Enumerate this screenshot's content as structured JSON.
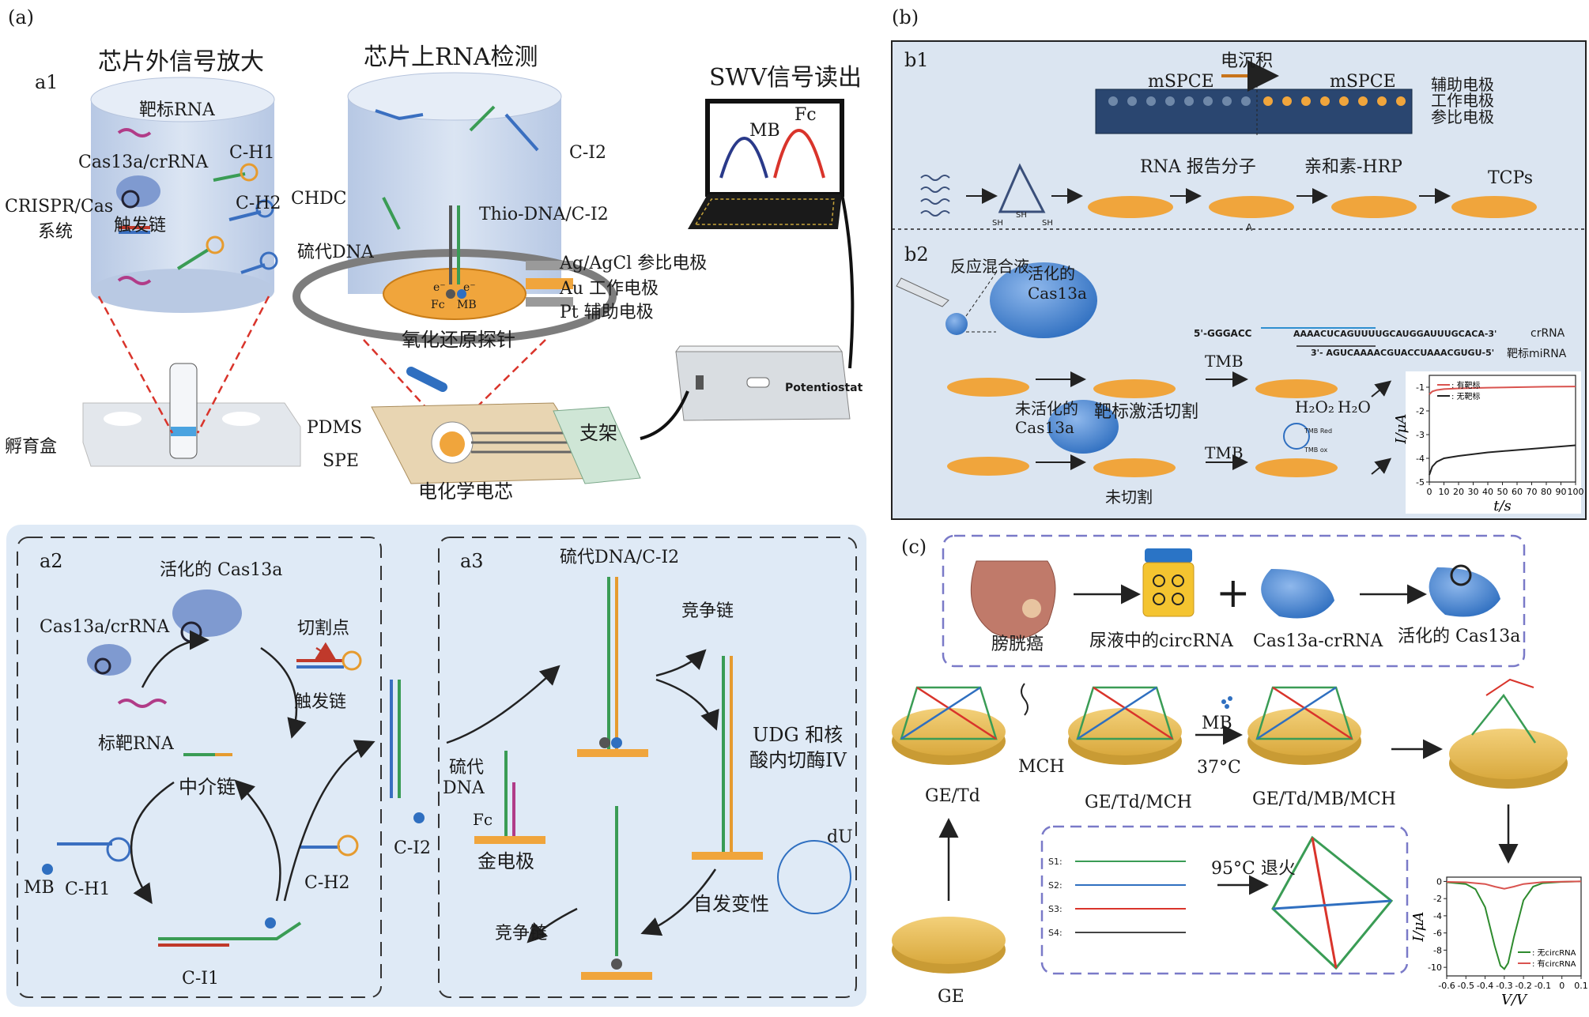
{
  "panel_a": {
    "label": "(a)",
    "a1": {
      "label": "a1",
      "title_off_chip": "芯片外信号放大",
      "title_on_chip": "芯片上RNA检测",
      "title_swv": "SWV信号读出",
      "target_rna": "靶标RNA",
      "cas13a_crrna": "Cas13a/crRNA",
      "crispr_1": "CRISPR/Cas",
      "crispr_2": "系统",
      "trigger": "触发链",
      "ch1": "C-H1",
      "ch2": "C-H2",
      "chdc": "CHDC",
      "ci2": "C-I2",
      "thio_dna_ci2": "Thio-DNA/C-I2",
      "thio_dna": "硫代DNA",
      "ag_agcl": "Ag/AgCl 参比电极",
      "au": "Au 工作电极",
      "pt": "Pt 辅助电极",
      "e1": "e⁻",
      "e2": "e⁻",
      "fc": "Fc",
      "mb": "MB",
      "redox_probe": "氧化还原探针",
      "incubator": "孵育盒",
      "pdms": "PDMS",
      "spe": "SPE",
      "holder": "支架",
      "echip": "电化学电芯",
      "potentiostat": "Potentiostat",
      "laptop_mb": "MB",
      "laptop_fc": "Fc"
    },
    "a2": {
      "label": "a2",
      "activated": "活化的 Cas13a",
      "cas13a_crrna": "Cas13a/crRNA",
      "cut_site": "切割点",
      "trigger": "触发链",
      "target_rna": "标靶RNA",
      "mediator": "中介链",
      "mb": "MB",
      "ch1": "C-H1",
      "ch2": "C-H2",
      "ci1": "C-I1"
    },
    "a3": {
      "label": "a3",
      "thio_ci2": "硫代DNA/C-I2",
      "competitor_top": "竞争链",
      "udg": "UDG 和核",
      "endo": "酸内切酶IV",
      "du": "dU",
      "thio_dna_1": "硫代",
      "thio_dna_2": "DNA",
      "fc": "Fc",
      "gold": "金电极",
      "ci2": "C-I2",
      "spontaneous": "自发变性",
      "competitor_bottom": "竞争链"
    }
  },
  "panel_b": {
    "label": "(b)",
    "b1": {
      "label": "b1",
      "electrodep": "电沉积",
      "mspce_left": "mSPCE",
      "mspce_right": "mSPCE",
      "aux": "辅助电极",
      "work": "工作电极",
      "ref": "参比电极",
      "reporter": "RNA 报告分子",
      "avidin": "亲和素-HRP",
      "tcps": "TCPs",
      "sh1": "SH",
      "sh2": "SH",
      "sh3": "SH"
    },
    "b2": {
      "label": "b2",
      "mix": "反应混合液",
      "activated": "活化的",
      "cas13a": "Cas13a",
      "target_cut": "靶标激活切割",
      "inactive": "未活化的",
      "cas13a_2": "Cas13a",
      "uncut": "未切割",
      "tmb1": "TMB",
      "tmb2": "TMB",
      "h2o2": "H₂O₂",
      "h2o": "H₂O",
      "tmb_red": "TMB Red",
      "tmb_ox": "TMB ox",
      "crrna_label": "crRNA",
      "mirna_label": "靶标miRNA",
      "seq_left": "5'-GGGACC",
      "seq_top": "AAAACUCAGUUUUGCAUGGAUUUGCACA-3'",
      "seq_bottom": "3'- AGUCAAAACGUACCUAAACGUGU-5'",
      "hairpin_top": "A",
      "legend_with": ": 有靶标",
      "legend_without": ": 无靶标",
      "ylabel": "I/μA",
      "xlabel": "t/s"
    }
  },
  "panel_c": {
    "label": "(c)",
    "bladder": "膀胱癌",
    "urine": "尿液中的circRNA",
    "plus": "+",
    "cas_crrna": "Cas13a-crRNA",
    "activated": "活化的  Cas13a",
    "ge_td": "GE/Td",
    "mch": "MCH",
    "ge_td_mch": "GE/Td/MCH",
    "mb": "MB",
    "temp": "37°C",
    "ge_td_mb_mch": "GE/Td/MB/MCH",
    "ge": "GE",
    "anneal": "95°C 退火",
    "s1": "S1:",
    "s2": "S2:",
    "s3": "S3:",
    "s4": "S4:",
    "legend_no": ": 无circRNA",
    "legend_yes": ": 有circRNA",
    "ylabel": "I/μA",
    "xlabel": "V/V"
  },
  "chart_data": [
    {
      "type": "line",
      "title": "",
      "xlabel": "t/s",
      "ylabel": "I/μA",
      "xlim": [
        0,
        100
      ],
      "ylim": [
        -5,
        -0.5
      ],
      "xticks": [
        0,
        10,
        20,
        30,
        40,
        50,
        60,
        70,
        80,
        90,
        100
      ],
      "yticks": [
        -1,
        -2,
        -3,
        -4,
        -5
      ],
      "legend": "top-left",
      "series": [
        {
          "name": ": 有靶标",
          "color": "#d9534f",
          "x": [
            0,
            2,
            5,
            10,
            20,
            40,
            60,
            80,
            100
          ],
          "y": [
            -1.3,
            -1.18,
            -1.12,
            -1.08,
            -1.05,
            -1.02,
            -1.0,
            -0.98,
            -0.97
          ]
        },
        {
          "name": ": 无靶标",
          "color": "#222222",
          "x": [
            0,
            2,
            5,
            10,
            20,
            40,
            60,
            80,
            100
          ],
          "y": [
            -4.7,
            -4.35,
            -4.15,
            -4.0,
            -3.9,
            -3.75,
            -3.65,
            -3.55,
            -3.45
          ]
        }
      ]
    },
    {
      "type": "line",
      "title": "",
      "xlabel": "V/V",
      "ylabel": "I/μA",
      "xlim": [
        -0.6,
        0.1
      ],
      "ylim": [
        -11,
        0.5
      ],
      "xticks": [
        -0.6,
        -0.5,
        -0.4,
        -0.3,
        -0.2,
        -0.1,
        0.0,
        0.1
      ],
      "yticks": [
        0,
        -2,
        -4,
        -6,
        -8,
        -10
      ],
      "legend": "bottom-right",
      "series": [
        {
          "name": ": 无circRNA",
          "color": "#2e8b2e",
          "x": [
            -0.6,
            -0.5,
            -0.45,
            -0.4,
            -0.35,
            -0.32,
            -0.3,
            -0.28,
            -0.25,
            -0.2,
            -0.15,
            -0.1,
            0.0,
            0.1
          ],
          "y": [
            -0.1,
            -0.3,
            -0.9,
            -3.0,
            -7.5,
            -9.8,
            -10.2,
            -9.5,
            -6.5,
            -2.2,
            -0.6,
            -0.2,
            -0.05,
            0.0
          ]
        },
        {
          "name": ": 有circRNA",
          "color": "#d9534f",
          "x": [
            -0.6,
            -0.5,
            -0.4,
            -0.35,
            -0.3,
            -0.25,
            -0.2,
            -0.1,
            0.0,
            0.1
          ],
          "y": [
            -0.05,
            -0.1,
            -0.3,
            -0.6,
            -0.85,
            -0.6,
            -0.3,
            -0.08,
            -0.02,
            0.0
          ]
        }
      ]
    }
  ],
  "colors": {
    "cylinder": "#c9d6ec",
    "b_panel_bg": "#dbe5f1",
    "a2a3_bg": "#dfeaf6",
    "electrode_orange": "#f0a53c",
    "cas_blue": "#7f9ad0",
    "gold_disc": "#e8c068"
  }
}
